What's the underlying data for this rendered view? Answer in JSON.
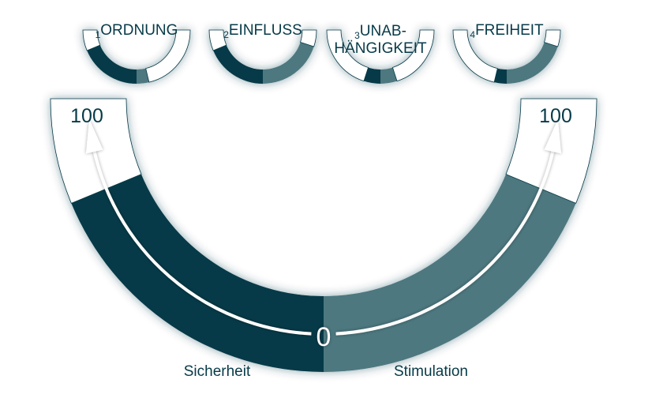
{
  "colors": {
    "sicherheit": "#063a48",
    "stimulation": "#4d7880",
    "empty": "#ffffff",
    "text": "#063a48"
  },
  "main": {
    "min_label": "0",
    "max_label_left": "100",
    "max_label_right": "100",
    "left_label": "Sicherheit",
    "right_label": "Stimulation",
    "sicherheit_value": 75,
    "stimulation_value": 75
  },
  "small": [
    {
      "num": "1",
      "label": [
        "ORDNUNG"
      ],
      "sicherheit_value": 75,
      "stimulation_value": 15
    },
    {
      "num": "2",
      "label": [
        "EINFLUSS"
      ],
      "sicherheit_value": 75,
      "stimulation_value": 80
    },
    {
      "num": "3",
      "label": [
        "UNAB-",
        "HÄNGIGKEIT"
      ],
      "sicherheit_value": 20,
      "stimulation_value": 20
    },
    {
      "num": "4",
      "label": [
        "FREIHEIT"
      ],
      "sicherheit_value": 15,
      "stimulation_value": 80
    }
  ]
}
